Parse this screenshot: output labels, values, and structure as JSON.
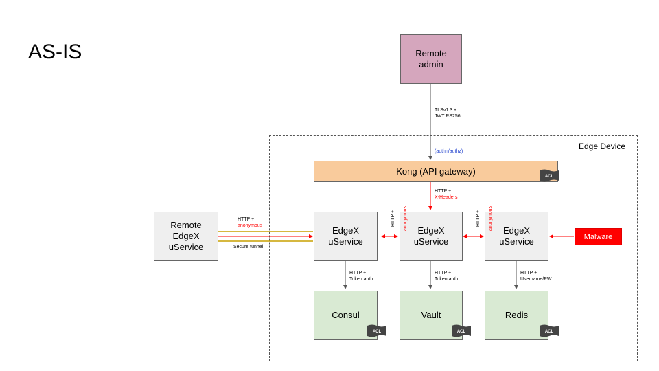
{
  "title": "AS-IS",
  "edge_device_label": "Edge Device",
  "nodes": {
    "remote_admin": "Remote\nadmin",
    "kong": "Kong (API gateway)",
    "remote_edgex": "Remote\nEdgeX\nuService",
    "edgex_left": "EdgeX\nuService",
    "edgex_center": "EdgeX\nuService",
    "edgex_right": "EdgeX\nuService",
    "malware": "Malware",
    "consul": "Consul",
    "vault": "Vault",
    "redis": "Redis"
  },
  "acl_badge": "ACL",
  "edge_labels": {
    "admin_to_kong": "TLSv1.3 +\nJWT RS256",
    "authn_authz": "(authn/authz)",
    "kong_to_edgex_http": "HTTP +",
    "kong_to_edgex_headers": "X-Headers",
    "remote_http": "HTTP +",
    "remote_anonymous": "anonymous",
    "secure_tunnel": "Secure tunnel",
    "left_center_http": "HTTP +",
    "left_center_anonymous": "anonymous",
    "center_right_http": "HTTP +",
    "center_right_anonymous": "anonymous",
    "consul_link": "HTTP +\nToken auth",
    "vault_link": "HTTP +\nToken auth",
    "redis_link": "HTTP +\nUsername/PW"
  },
  "colors": {
    "red": "#ff0000",
    "tunnel": "#c8a000",
    "connector": "#555555"
  }
}
